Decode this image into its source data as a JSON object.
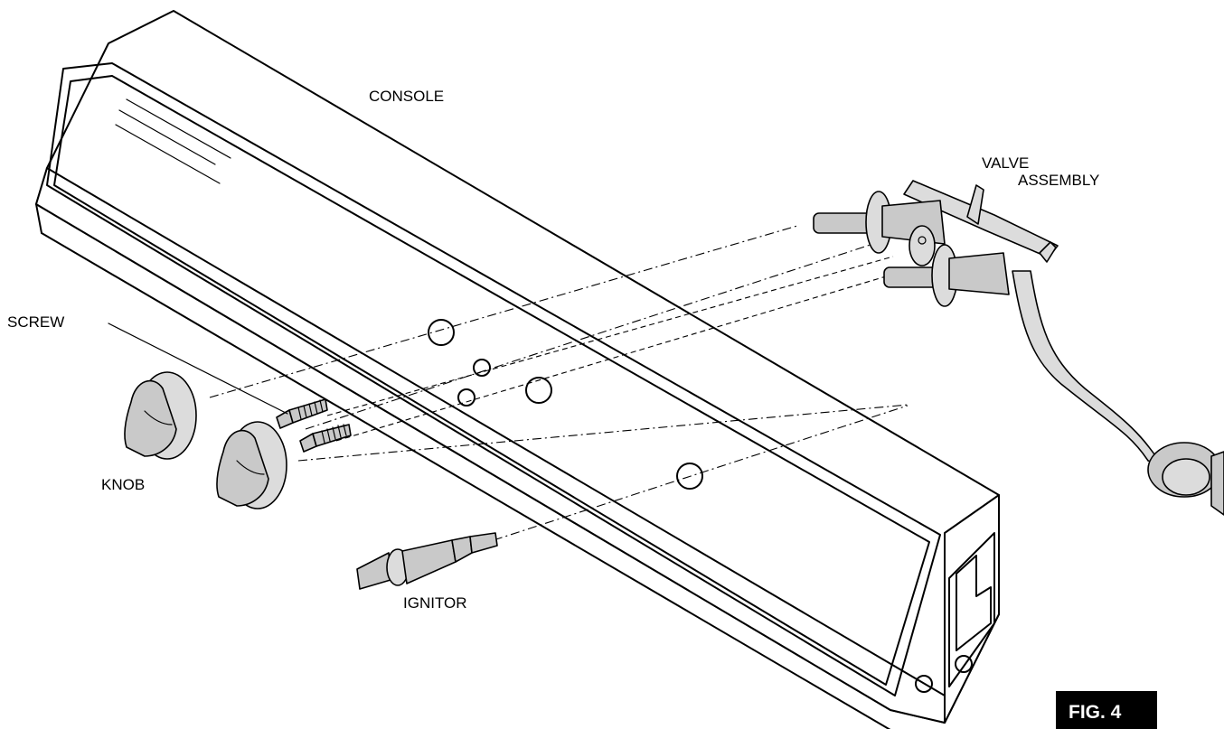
{
  "labels": {
    "console": "CONSOLE",
    "valve_line1": "VALVE",
    "valve_line2": "ASSEMBLY",
    "screw": "SCREW",
    "knob": "KNOB",
    "ignitor": "IGNITOR"
  },
  "figure": {
    "caption": "FIG. 4",
    "caption_bg": "#000000",
    "caption_fg": "#ffffff"
  },
  "colors": {
    "line": "#000000",
    "part_fill": "#c9c9c9",
    "background": "#ffffff"
  }
}
